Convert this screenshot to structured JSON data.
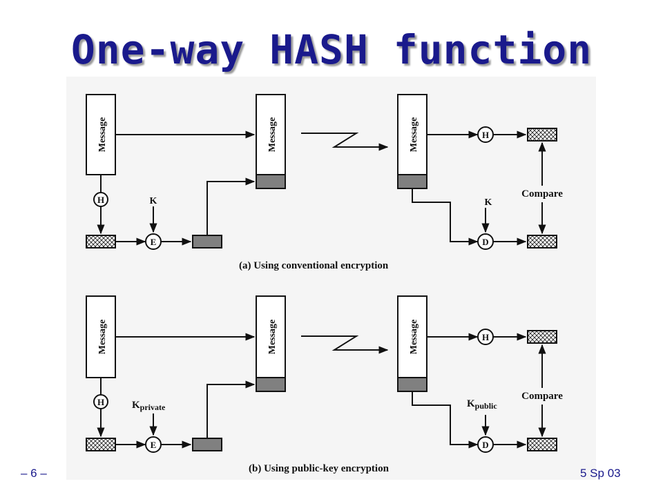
{
  "slide": {
    "title": "One-way HASH function",
    "page_number": "– 6 –",
    "course": "5 Sp 03"
  },
  "diagram": {
    "message_label": "Message",
    "hash_symbol": "H",
    "encrypt_symbol": "E",
    "decrypt_symbol": "D",
    "compare_label": "Compare",
    "a": {
      "caption": "(a) Using conventional encryption",
      "enc_key": "K",
      "dec_key": "K"
    },
    "b": {
      "caption": "(b) Using public-key encryption",
      "enc_key": "K",
      "enc_key_sub": "private",
      "dec_key": "K",
      "dec_key_sub": "public"
    }
  },
  "colors": {
    "title": "#1a1a8c",
    "panel_bg": "#f5f5f5",
    "hash_block": "#808080"
  }
}
